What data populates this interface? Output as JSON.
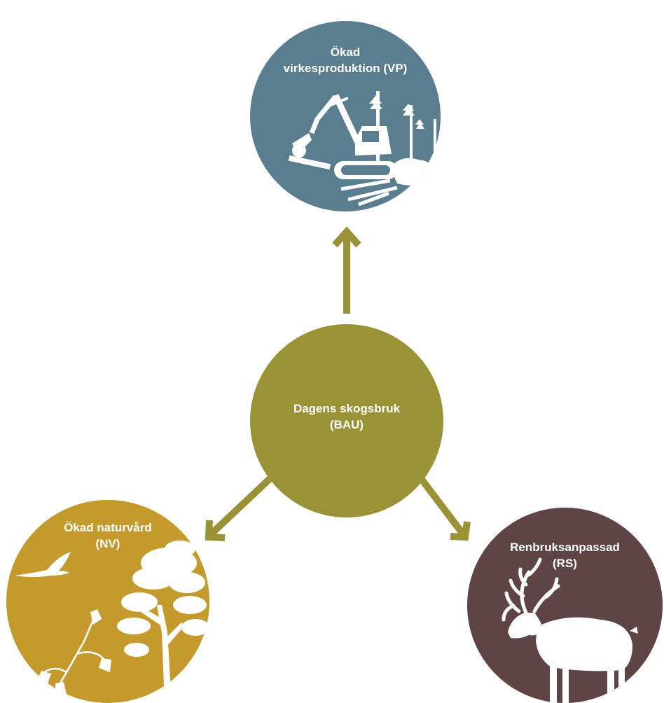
{
  "diagram": {
    "colors": {
      "arrow": "#9a9236",
      "vp": "#5a7d8f",
      "bau": "#9a9236",
      "nv": "#c49a2c",
      "rs": "#5f4446",
      "art": "#ffffff"
    },
    "center": {
      "title_line1": "Dagens skogsbruk",
      "title_line2": "(BAU)"
    },
    "top": {
      "title_line1": "Ökad",
      "title_line2": "virkesproduktion (VP)",
      "icon": "harvester-forest-icon"
    },
    "left": {
      "title_line1": "Ökad naturvård",
      "title_line2": "(NV)",
      "icon": "bird-pine-tree-bellflower-icon"
    },
    "right": {
      "title_line1": "Renbruksanpassad",
      "title_line2": "(RS)",
      "icon": "reindeer-icon"
    }
  }
}
